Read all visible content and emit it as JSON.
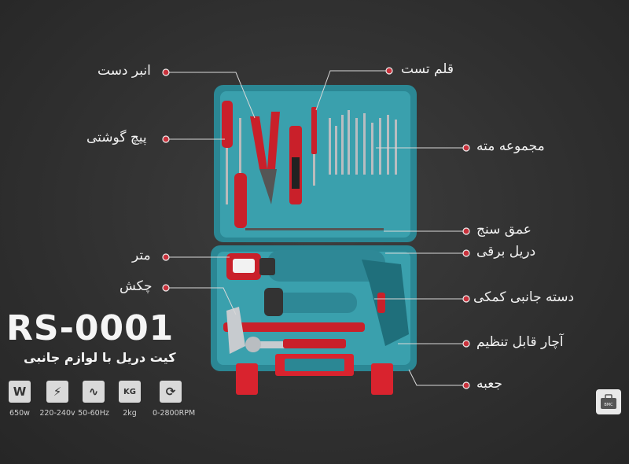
{
  "product": {
    "model": "RS-0001",
    "subtitle": "کیت دریل با لوازم جانبی"
  },
  "callouts": [
    {
      "id": "pliers",
      "label": "انبر دست"
    },
    {
      "id": "screwdriver",
      "label": "پیچ گوشتی"
    },
    {
      "id": "tester",
      "label": "قلم تست"
    },
    {
      "id": "bits",
      "label": "مجموعه مته"
    },
    {
      "id": "depth",
      "label": "عمق سنج"
    },
    {
      "id": "tape",
      "label": "متر"
    },
    {
      "id": "drill",
      "label": "دریل برقی"
    },
    {
      "id": "hammer",
      "label": "چکش"
    },
    {
      "id": "handle",
      "label": "دسته جانبی کمکی"
    },
    {
      "id": "wrench",
      "label": "آچار قابل تنظیم"
    },
    {
      "id": "case",
      "label": "جعبه"
    }
  ],
  "specs": [
    {
      "icon": "watt-icon",
      "symbol": "W",
      "value": "650w"
    },
    {
      "icon": "voltage-icon",
      "symbol": "⚡",
      "value": "220-240v"
    },
    {
      "icon": "frequency-icon",
      "symbol": "∿",
      "value": "50-60Hz"
    },
    {
      "icon": "weight-icon",
      "symbol": "KG",
      "value": "2kg"
    },
    {
      "icon": "speed-icon",
      "symbol": "⟳",
      "value": "0-2800RPM"
    }
  ],
  "brand_badge": {
    "icon": "case-badge-icon",
    "text": "BMC"
  },
  "colors": {
    "background": "#333333",
    "case_teal": "#2f8f9c",
    "accent_red": "#d9232e",
    "dot": "#c8323c"
  }
}
